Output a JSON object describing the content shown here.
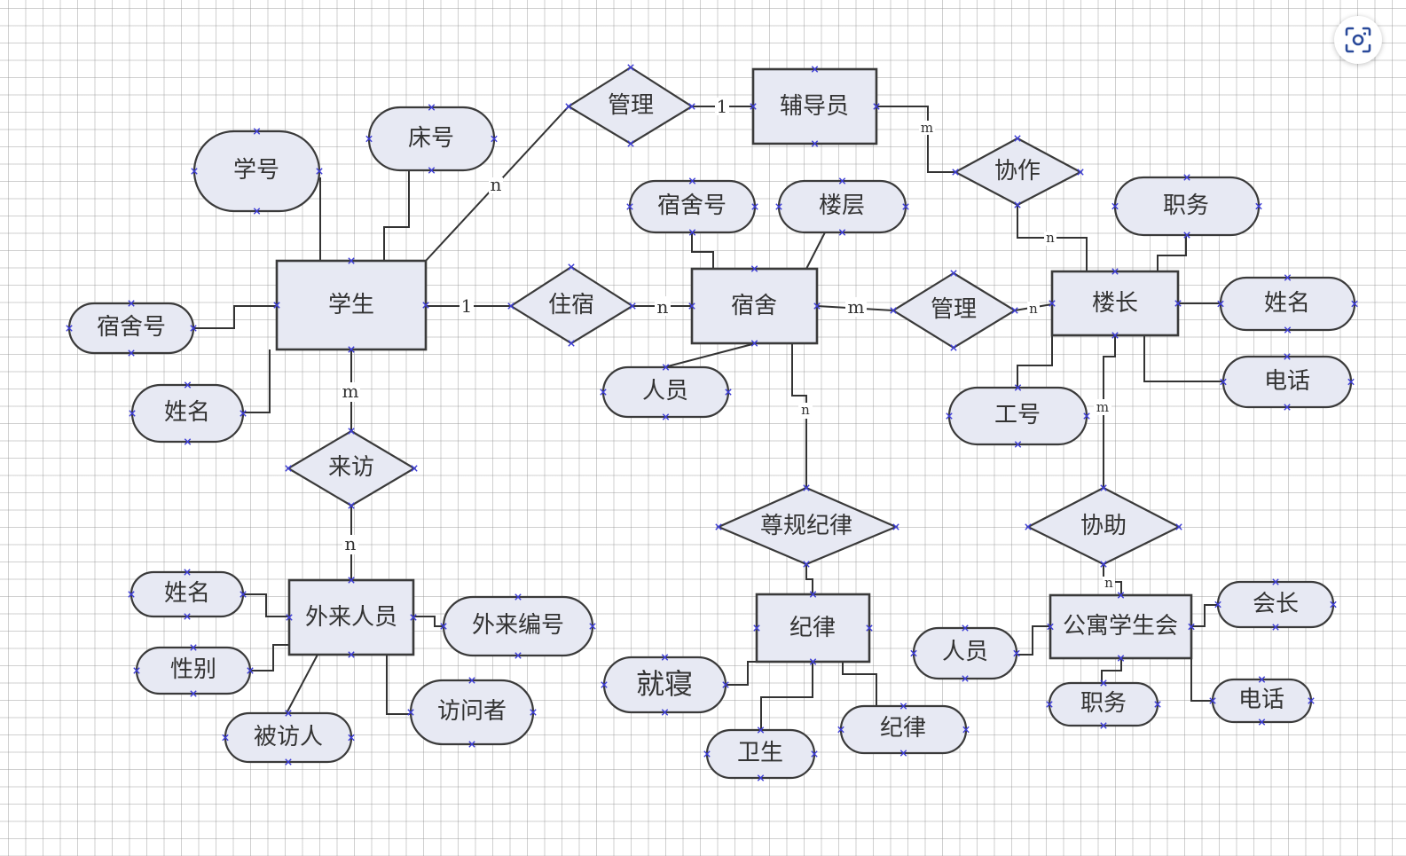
{
  "diagram": {
    "entities": {
      "student": "学生",
      "counselor": "辅导员",
      "dorm": "宿舍",
      "building_head": "楼长",
      "visitor": "外来人员",
      "discipline": "纪律",
      "student_union": "公寓学生会"
    },
    "relationships": {
      "manage_top": "管理",
      "cooperate": "协作",
      "live": "住宿",
      "manage_mid": "管理",
      "visit": "来访",
      "obey": "尊规纪律",
      "assist": "协助"
    },
    "attributes": {
      "student_id": "学号",
      "bed_no": "床号",
      "student_dorm_no": "宿舍号",
      "student_name": "姓名",
      "dorm_no": "宿舍号",
      "floor": "楼层",
      "dorm_members": "人员",
      "duty_head": "职务",
      "head_name": "姓名",
      "head_phone": "电话",
      "work_no": "工号",
      "visitor_name": "姓名",
      "visitor_gender": "性别",
      "visitee": "被访人",
      "visitor_no": "外来编号",
      "visit_person": "访问者",
      "bedtime": "就寝",
      "hygiene": "卫生",
      "discipline_attr": "纪律",
      "union_members": "人员",
      "president": "会长",
      "union_duty": "职务",
      "union_phone": "电话"
    },
    "cardinalities": {
      "student_manage": "n",
      "counselor_manage": "1",
      "counselor_cooperate": "m",
      "head_cooperate": "n",
      "student_live": "1",
      "dorm_live": "n",
      "dorm_manage": "m",
      "head_manage": "n",
      "dorm_obey": "n",
      "student_visit": "m",
      "visitor_visit": "n",
      "head_assist": "m",
      "union_assist": "n"
    }
  },
  "toolbar": {
    "scan_icon": "scan-icon"
  },
  "colors": {
    "shape_fill": "#e7e9f3",
    "stroke": "#333333",
    "handle": "#3c3cd6",
    "grid": "#969696"
  }
}
